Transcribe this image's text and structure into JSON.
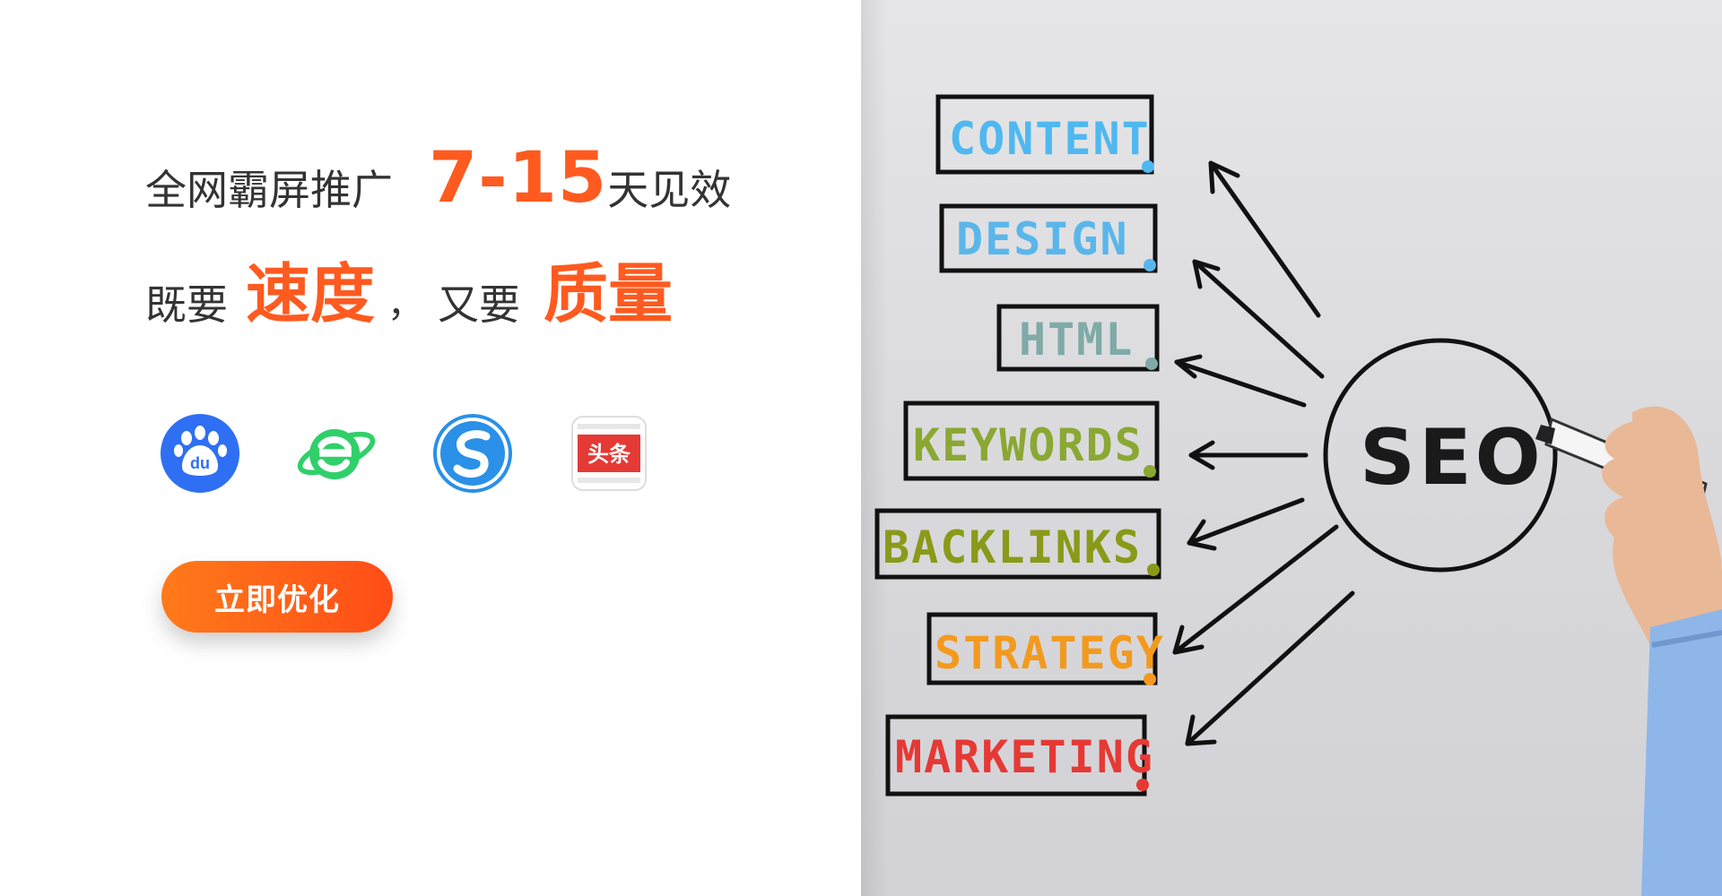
{
  "headline_line1": {
    "prefix": "全网霸屏推广",
    "highlight": "7-15",
    "suffix": "天见效"
  },
  "headline_line2": {
    "text1": "既要",
    "highlight1": "速度",
    "comma": "，",
    "text2": "又要",
    "highlight2": "质量"
  },
  "platform_icons": [
    {
      "name": "baidu-icon",
      "label": "du",
      "color": "#2f6ff3"
    },
    {
      "name": "browser-e-icon",
      "label": "e",
      "color": "#2fd06a"
    },
    {
      "name": "sogou-icon",
      "label": "S",
      "color": "#2a90e8"
    },
    {
      "name": "toutiao-icon",
      "label": "头条",
      "color": "#e53935"
    }
  ],
  "cta": {
    "label": "立即优化"
  },
  "seo_diagram": {
    "center_label": "SEO",
    "items": [
      {
        "label": "CONTENT",
        "color": "#4fb8f0"
      },
      {
        "label": "DESIGN",
        "color": "#5ab6ea"
      },
      {
        "label": "HTML",
        "color": "#7faaa8"
      },
      {
        "label": "KEYWORDS",
        "color": "#8aa832"
      },
      {
        "label": "BACKLINKS",
        "color": "#8a9a18"
      },
      {
        "label": "STRATEGY",
        "color": "#f39a1e"
      },
      {
        "label": "MARKETING",
        "color": "#e53935"
      }
    ]
  },
  "colors": {
    "accent": "#ff5a1f",
    "text": "#333333"
  }
}
